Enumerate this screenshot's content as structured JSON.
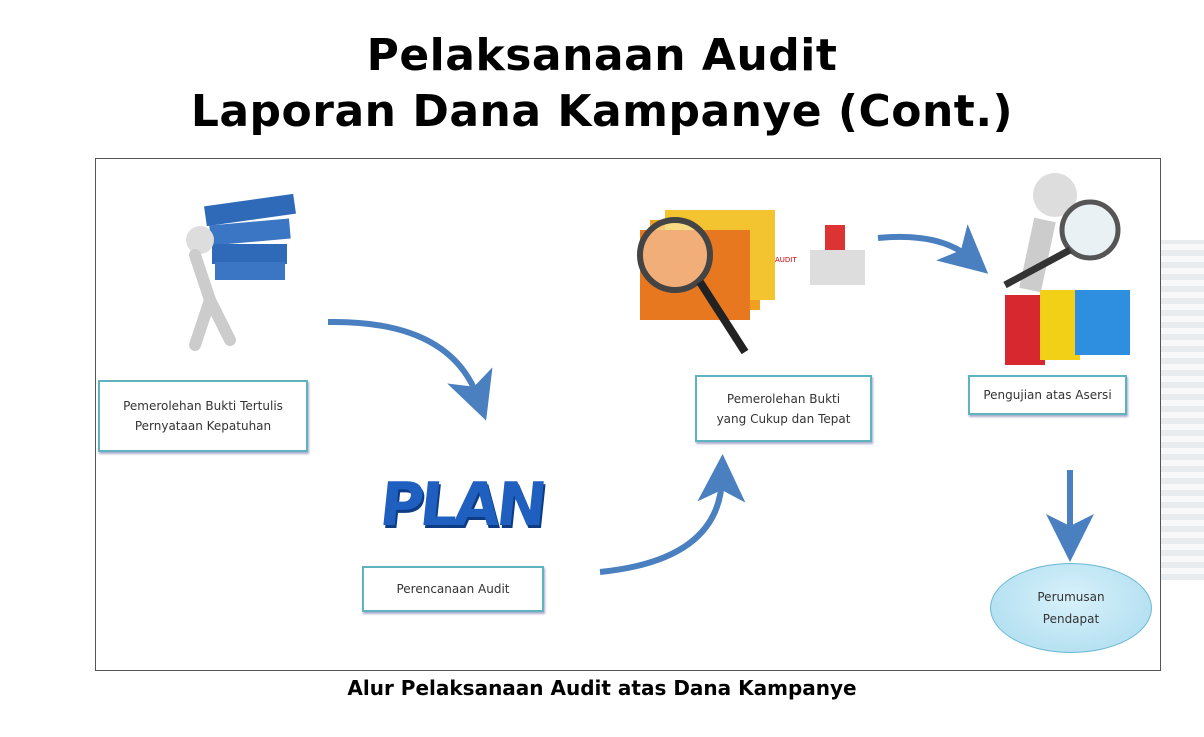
{
  "slide": {
    "title_line1": "Pelaksanaan Audit",
    "title_line2": "Laporan Dana Kampanye (Cont.)",
    "caption": "Alur Pelaksanaan Audit atas Dana Kampanye"
  },
  "flow": {
    "step1": {
      "line1": "Pemerolehan Bukti Tertulis",
      "line2": "Pernyataan Kepatuhan"
    },
    "step2": {
      "label": "Perencanaan Audit",
      "image_text": "PLAN"
    },
    "step3": {
      "line1": "Pemerolehan Bukti",
      "line2": "yang Cukup dan Tepat",
      "stamp_text": "AUDIT"
    },
    "step4": {
      "label": "Pengujian atas Asersi"
    },
    "step5": {
      "line1": "Perumusan",
      "line2": "Pendapat"
    }
  },
  "colors": {
    "arrow": "#4a7fc0",
    "box_border": "#5fb3bf",
    "ellipse": "#a8dbee"
  }
}
